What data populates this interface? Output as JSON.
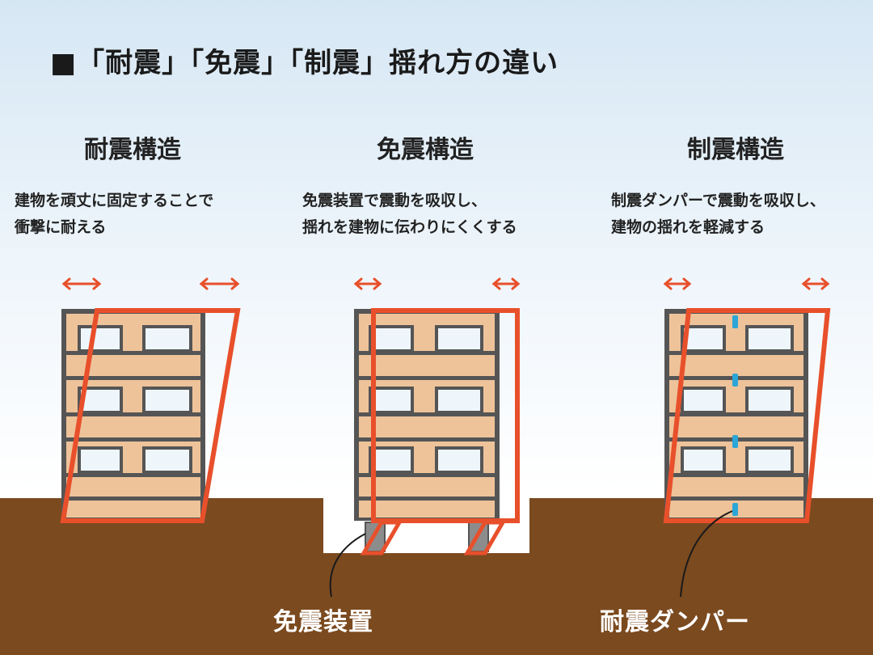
{
  "title": "■「耐震」「免震」「制震」揺れ方の違い",
  "columns": [
    {
      "heading": "耐震構造",
      "desc": [
        "建物を頑丈に固定することで",
        "衝撃に耐える"
      ]
    },
    {
      "heading": "免震構造",
      "desc": [
        "免震装置で震動を吸収し、",
        "揺れを建物に伝わりにくくする"
      ]
    },
    {
      "heading": "制震構造",
      "desc": [
        "制震ダンパーで震動を吸収し、",
        "建物の揺れを軽減する"
      ]
    }
  ],
  "callouts": {
    "isolator": "免震装置",
    "damper": "耐震ダンパー"
  },
  "colors": {
    "ground": "#7b4a1f",
    "building_fill": "#eec39a",
    "frame": "#555555",
    "window": "#eef6fc",
    "sway_outline": "#e8502b",
    "damper": "#2ba6d6",
    "arrow": "#e8502b"
  }
}
